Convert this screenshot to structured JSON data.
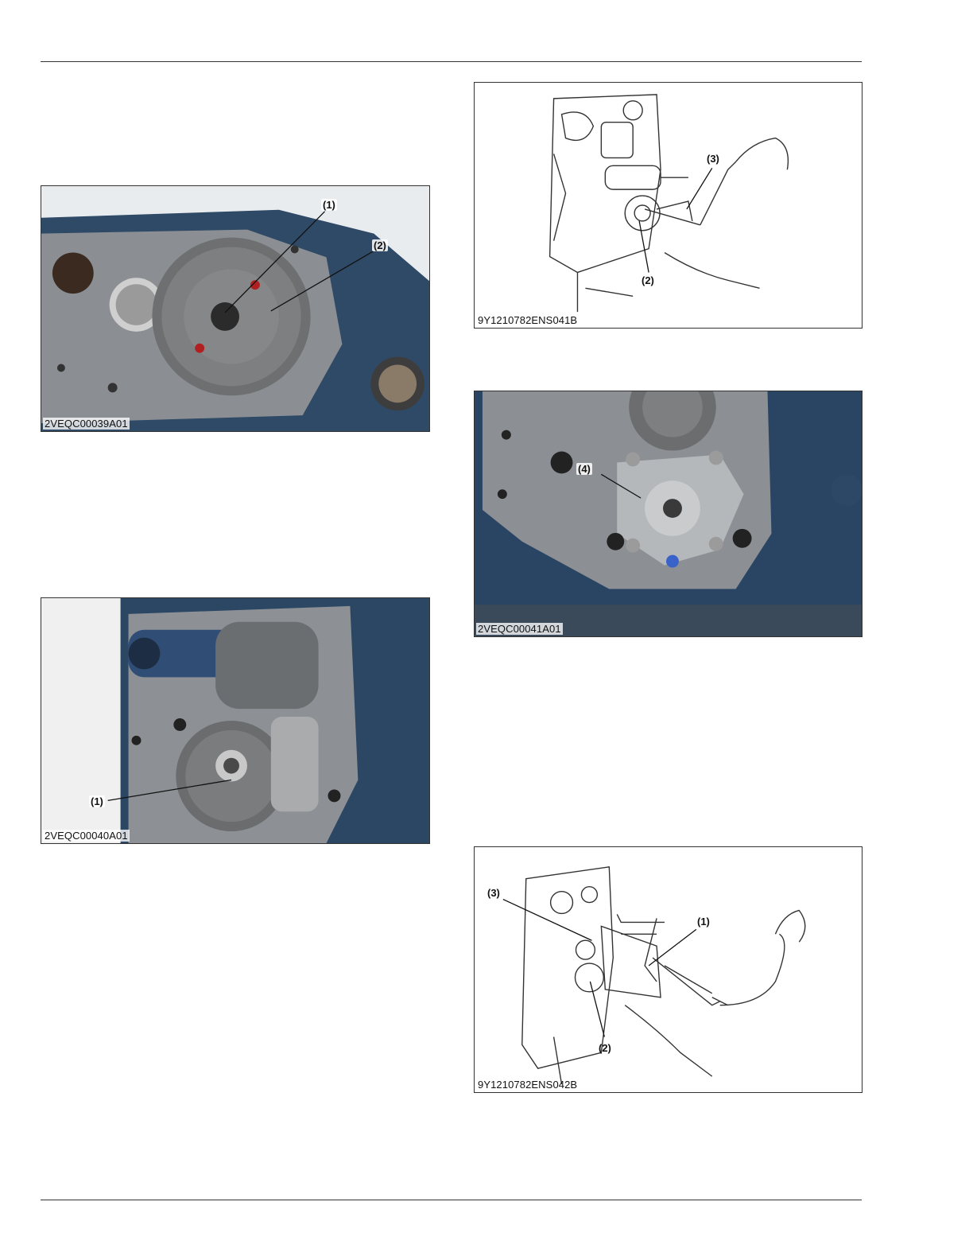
{
  "figures": {
    "fig1": {
      "code": "2VEQC00039A01",
      "callouts": [
        "(1)",
        "(2)"
      ]
    },
    "fig2": {
      "code": "2VEQC00040A01",
      "callouts": [
        "(1)"
      ]
    },
    "fig3": {
      "code": "9Y1210782ENS041B",
      "callouts": [
        "(3)",
        "(2)"
      ]
    },
    "fig4": {
      "code": "2VEQC00041A01",
      "callouts": [
        "(4)"
      ]
    },
    "fig5": {
      "code": "9Y1210782ENS042B",
      "callouts": [
        "(3)",
        "(1)",
        "(2)"
      ]
    }
  }
}
